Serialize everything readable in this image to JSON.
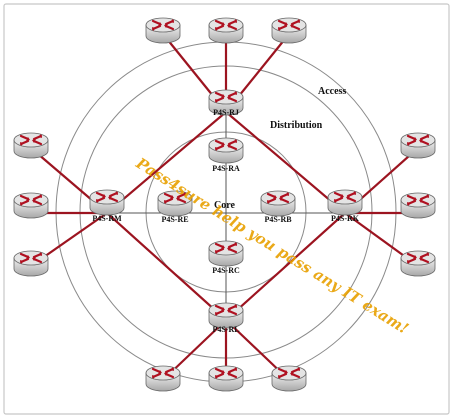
{
  "zones": {
    "access": "Access",
    "distribution": "Distribution",
    "core": "Core"
  },
  "routers": {
    "rj": "P4S-RJ",
    "ra": "P4S-RA",
    "re": "P4S-RE",
    "rb": "P4S-RB",
    "rc": "P4S-RC",
    "rm": "P4S-RM",
    "rk": "P4S-RK",
    "rl": "P4S-RL"
  },
  "watermark": "Pass4sure help you pass any IT exam!",
  "icon": "router-icon",
  "colors": {
    "link": "#9c1420",
    "router_body": "#c0c0c0",
    "router_arrows": "#b01020",
    "watermark": "#e8a000"
  }
}
